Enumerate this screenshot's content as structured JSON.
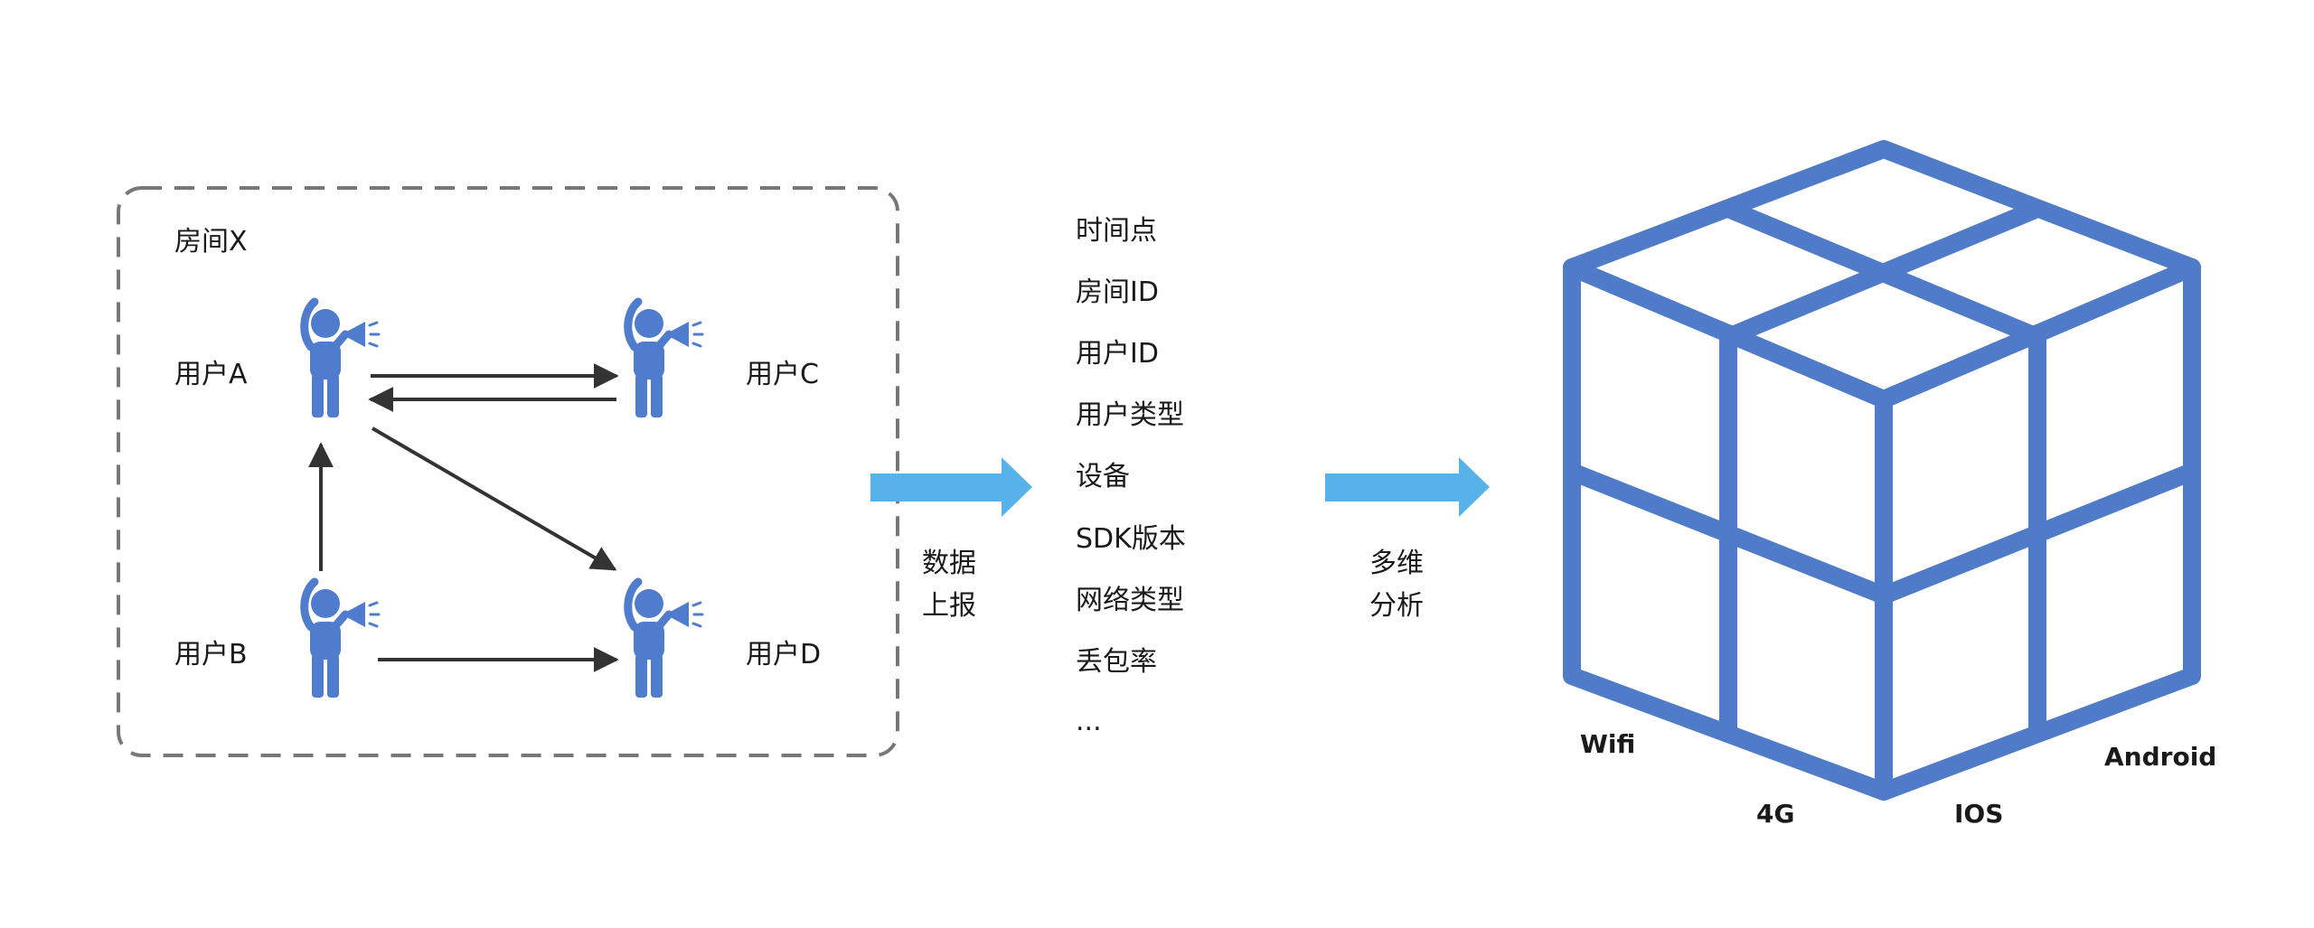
{
  "room": {
    "title": "房间X",
    "users": {
      "a": "用户A",
      "b": "用户B",
      "c": "用户C",
      "d": "用户D"
    }
  },
  "report": {
    "line1": "数据",
    "line2": "上报"
  },
  "fields": [
    "时间点",
    "房间ID",
    "用户ID",
    "用户类型",
    "设备",
    "SDK版本",
    "网络类型",
    "丢包率",
    "..."
  ],
  "analysis": {
    "line1": "多维",
    "line2": "分析"
  },
  "cube": {
    "labels": {
      "wifi": "Wifi",
      "g4": "4G",
      "ios": "IOS",
      "android": "Android"
    }
  },
  "colors": {
    "user_icon": "#4f7ccc",
    "flow_arrow": "#56b2e8",
    "cube": "#4f7bc8",
    "border": "#777777",
    "arrow": "#333333"
  }
}
